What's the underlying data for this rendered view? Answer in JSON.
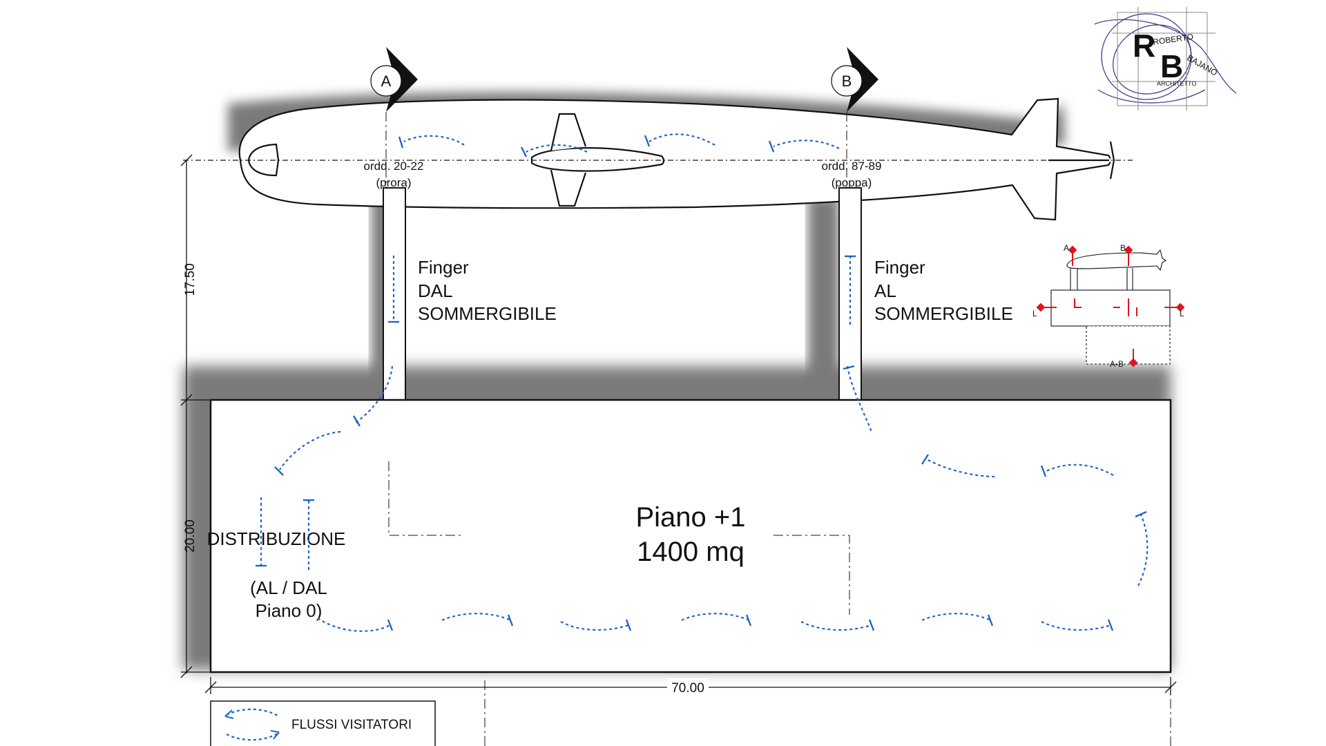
{
  "section_markers": {
    "a": "A",
    "b": "B"
  },
  "frames": {
    "bow_label": "ordd. 20-22",
    "bow_sub": "(prora)",
    "stern_label": "ordd. 87-89",
    "stern_sub": "(poppa)"
  },
  "fingers": {
    "left": {
      "line1": "Finger",
      "line2": "DAL",
      "line3": "SOMMERGIBILE"
    },
    "right": {
      "line1": "Finger",
      "line2": "AL",
      "line3": "SOMMERGIBILE"
    }
  },
  "floor": {
    "name": "Piano +1",
    "area": "1400 mq"
  },
  "distribution": {
    "title": "DISTRIBUZIONE",
    "line2": "(AL  /  DAL",
    "line3": "Piano 0)"
  },
  "dimensions": {
    "height_upper": "17.50",
    "height_lower": "20.00",
    "width": "70.00"
  },
  "legend": {
    "label": "FLUSSI VISITATORI"
  },
  "key_plan": {
    "a": "A",
    "b": "B",
    "l_left": "L",
    "l_right": "L",
    "ab": "A-B"
  },
  "logo": {
    "line1": "ROBERTO",
    "line2": "BAJANO",
    "line3": "ARCHITETTO",
    "initial_r": "R",
    "initial_b": "B"
  },
  "colors": {
    "flow": "#1f64c8",
    "shadow": "#7a7a7a",
    "key_marker": "#e0141a",
    "line": "#111111"
  }
}
